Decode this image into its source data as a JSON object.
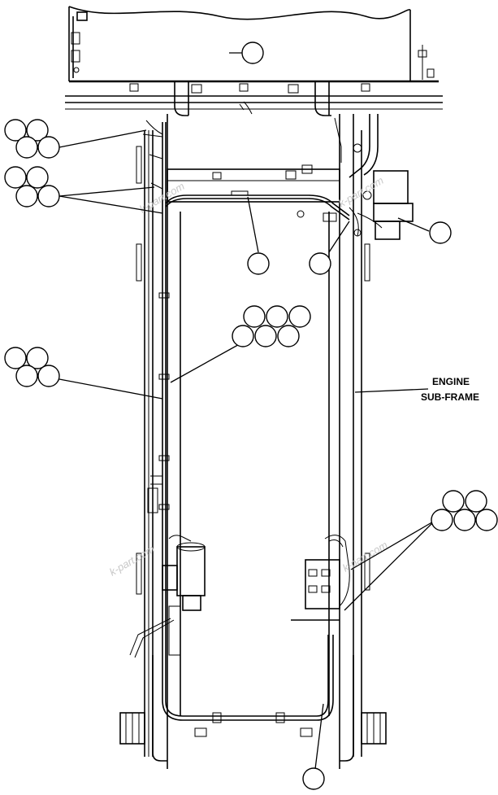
{
  "labels": {
    "engine_subframe_line1": "ENGINE",
    "engine_subframe_line2": "SUB-FRAME"
  },
  "watermark": "k-part.com",
  "colors": {
    "line": "#000000",
    "background": "#ffffff",
    "watermark": "#c8c8c8"
  }
}
